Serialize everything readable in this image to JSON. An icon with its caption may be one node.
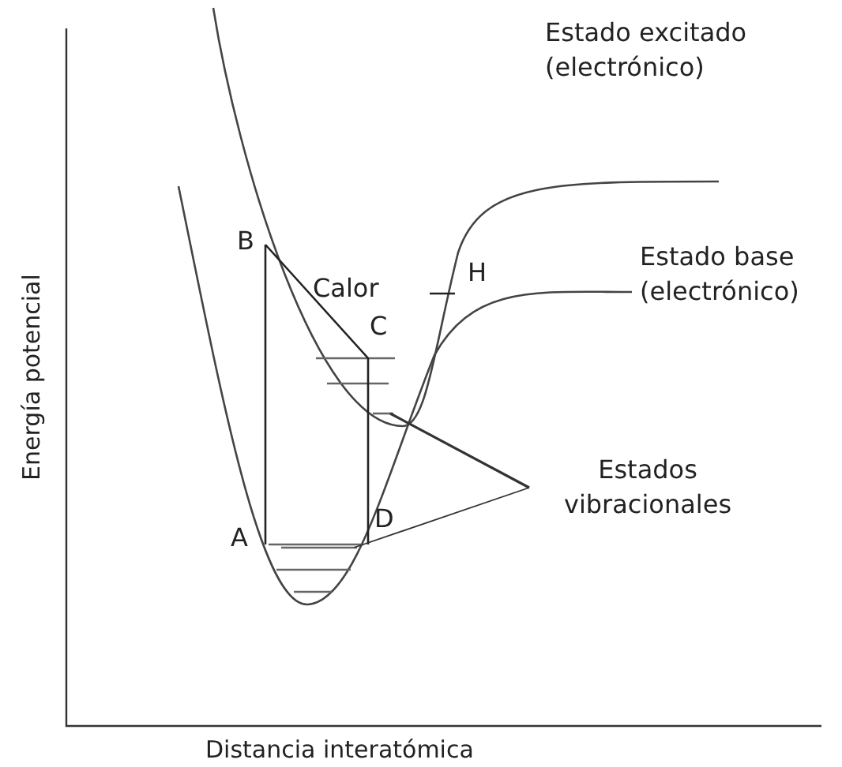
{
  "diagram": {
    "nodes": [
      {
        "text": [
          "Estados vibracionales"
        ]
      },
      {
        "text": [],
        "shape": "bar"
      },
      {
        "text": [],
        "shape": "bar"
      }
    ],
    "edges": [
      {
        "from": 0,
        "to": 1,
        "arrow": "none"
      },
      {
        "from": 0,
        "to": 2,
        "arrow": "none"
      }
    ],
    "labels": [
      "Estado excitado (electrónico)",
      "B",
      "Calor",
      "H",
      "Estado base (electrónico)",
      "C",
      "A",
      "D",
      "Energía potencial",
      "Distancia interatómica"
    ]
  }
}
